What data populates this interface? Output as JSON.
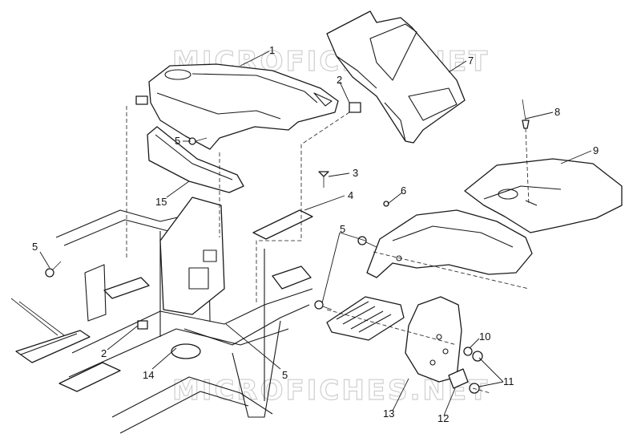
{
  "watermark": {
    "top": "MICROFICHES.NET",
    "bottom": "MICROFICHES.NET"
  },
  "callouts": {
    "c1": "1",
    "c2a": "2",
    "c2b": "2",
    "c3": "3",
    "c4": "4",
    "c5a": "5",
    "c5b": "5",
    "c5c": "5",
    "c5d": "5",
    "c6": "6",
    "c7": "7",
    "c8": "8",
    "c9": "9",
    "c10": "10",
    "c11": "11",
    "c12": "12",
    "c13": "13",
    "c14": "14",
    "c15": "15"
  }
}
